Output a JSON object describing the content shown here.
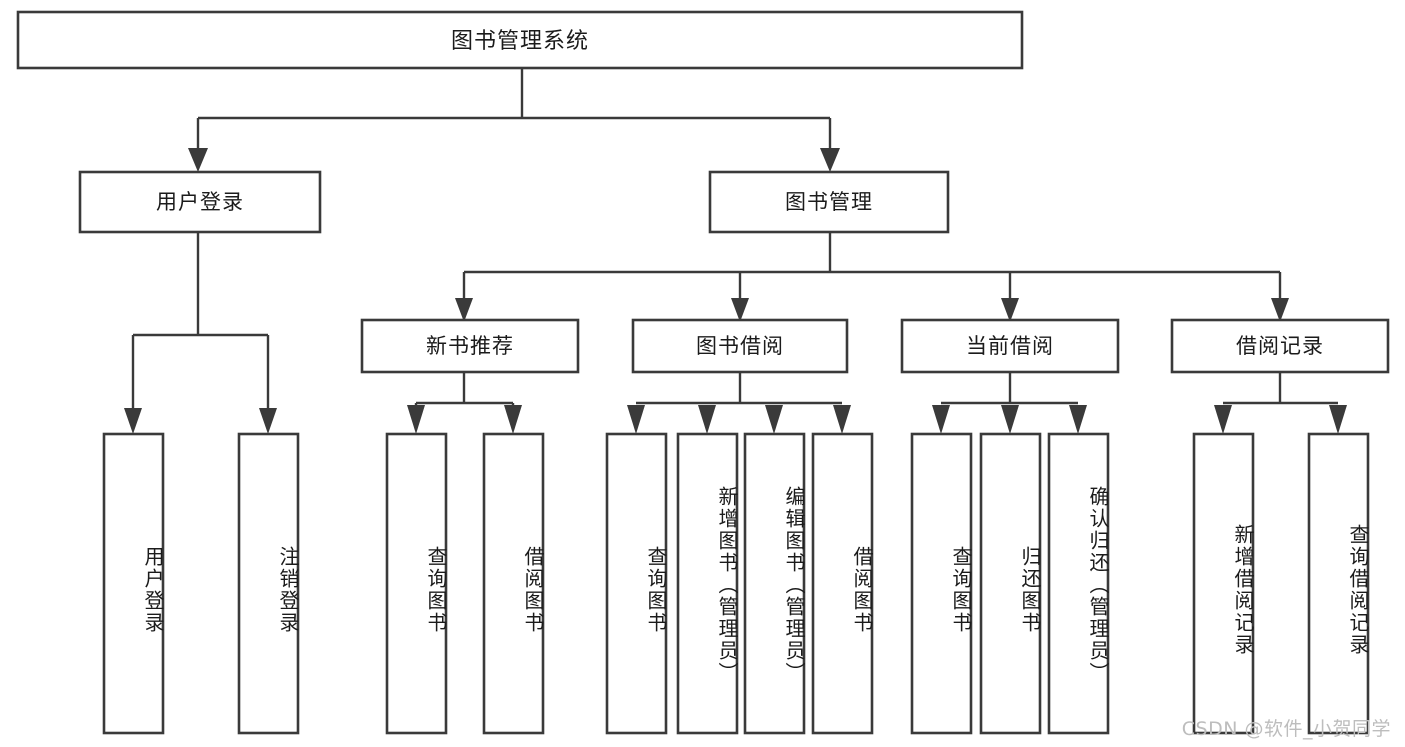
{
  "diagram": {
    "title": "图书管理系统",
    "watermark": "CSDN @软件_小贺同学",
    "type": "tree-hierarchy-chart",
    "colors": {
      "stroke": "#3a3a3a",
      "fill": "#ffffff",
      "text": "#1b1b1b",
      "watermark": "#bdbdbd",
      "background": "#ffffff"
    },
    "root": {
      "label": "图书管理系统"
    },
    "level1": [
      {
        "label": "用户登录"
      },
      {
        "label": "图书管理"
      }
    ],
    "level2": [
      {
        "label": "新书推荐"
      },
      {
        "label": "图书借阅"
      },
      {
        "label": "当前借阅"
      },
      {
        "label": "借阅记录"
      }
    ],
    "leaves": {
      "user_login": [
        {
          "label": "用户登录"
        },
        {
          "label": "注销登录"
        }
      ],
      "new_book_recommend": [
        {
          "label": "查询图书"
        },
        {
          "label": "借阅图书"
        }
      ],
      "book_borrow": [
        {
          "label": "查询图书"
        },
        {
          "label": "新增图书（管理员）"
        },
        {
          "label": "编辑图书（管理员）"
        },
        {
          "label": "借阅图书"
        }
      ],
      "current_borrow": [
        {
          "label": "查询图书"
        },
        {
          "label": "归还图书"
        },
        {
          "label": "确认归还（管理员）"
        }
      ],
      "borrow_record": [
        {
          "label": "新增借阅记录"
        },
        {
          "label": "查询借阅记录"
        }
      ]
    }
  }
}
